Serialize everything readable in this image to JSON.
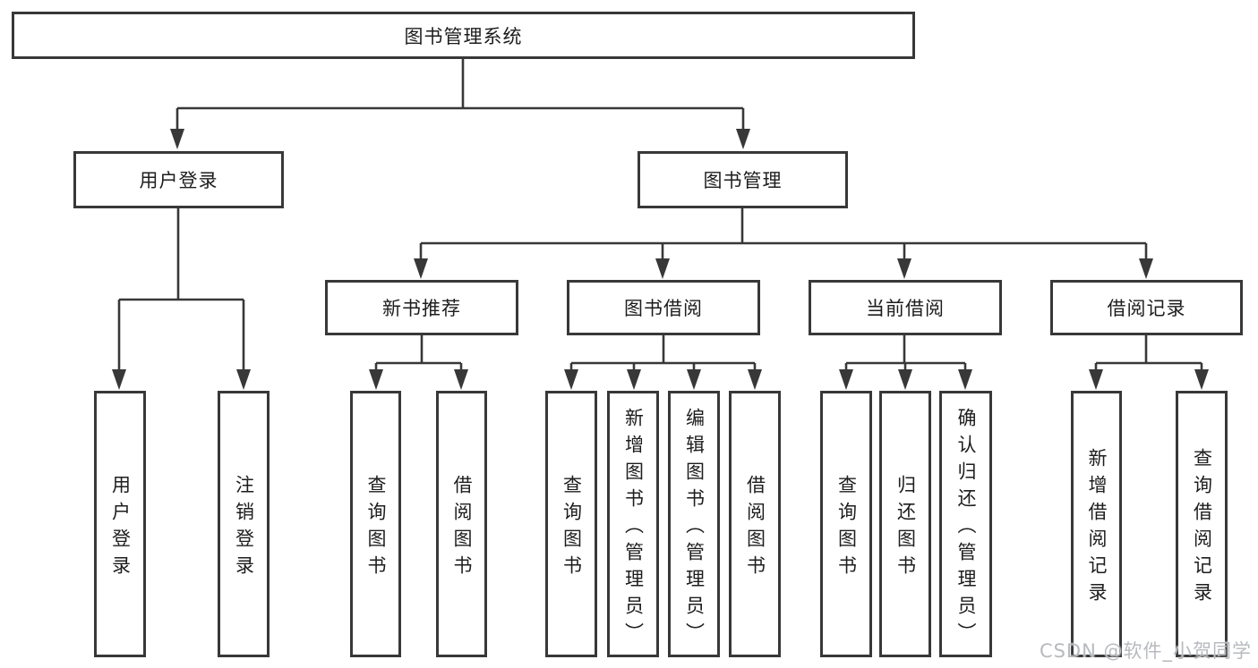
{
  "colors": {
    "line": "#383838",
    "box_border": "#383838",
    "text": "#1d1d1d",
    "watermark": "#b7babe"
  },
  "tree": {
    "root": "图书管理系统",
    "branches": [
      {
        "label": "用户登录",
        "children": [
          "用户登录",
          "注销登录"
        ]
      },
      {
        "label": "图书管理",
        "sections": [
          {
            "label": "新书推荐",
            "children": [
              "查询图书",
              "借阅图书"
            ]
          },
          {
            "label": "图书借阅",
            "children": [
              "查询图书",
              "新增图书（管理员）",
              "编辑图书（管理员）",
              "借阅图书"
            ]
          },
          {
            "label": "当前借阅",
            "children": [
              "查询图书",
              "归还图书",
              "确认归还（管理员）"
            ]
          },
          {
            "label": "借阅记录",
            "children": [
              "新增借阅记录",
              "查询借阅记录"
            ]
          }
        ]
      }
    ]
  },
  "watermark": "CSDN @软件_小贺同学"
}
